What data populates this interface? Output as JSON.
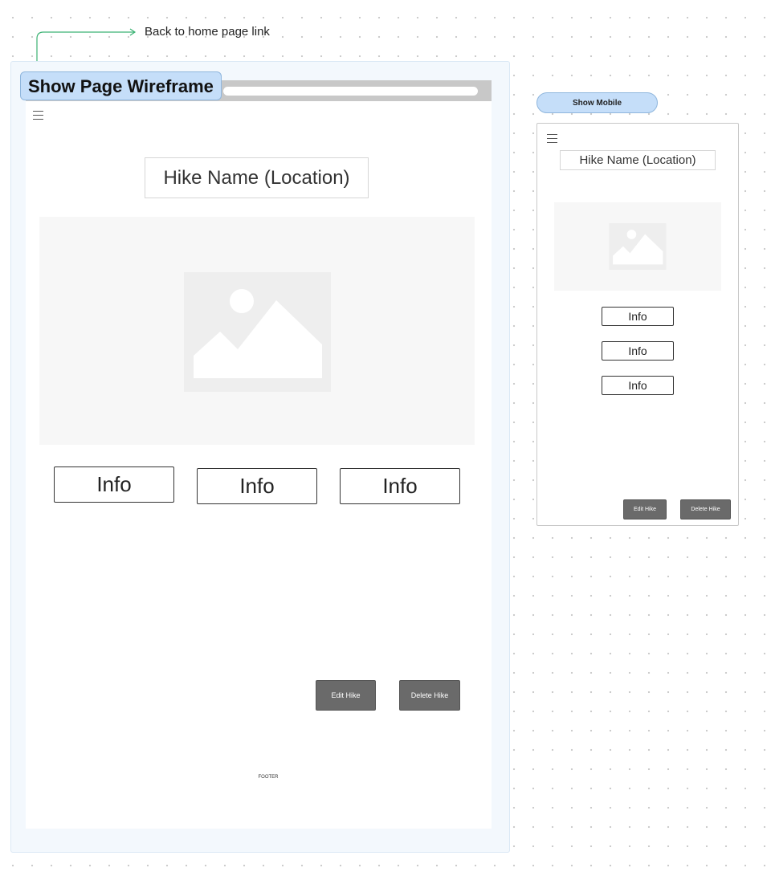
{
  "annotation": {
    "back_link_note": "Back to home page link",
    "arrow_color": "#3bb273"
  },
  "desktop": {
    "section_label": "Show Page Wireframe",
    "hike_title": "Hike Name (Location)",
    "hero_image": "image-placeholder-icon",
    "info_boxes": [
      "Info",
      "Info",
      "Info"
    ],
    "edit_button": "Edit Hike",
    "delete_button": "Delete Hike",
    "footer": "FOOTER"
  },
  "mobile": {
    "section_label": "Show Mobile",
    "hike_title": "Hike Name (Location)",
    "hero_image": "image-placeholder-icon",
    "info_boxes": [
      "Info",
      "Info",
      "Info"
    ],
    "edit_button": "Edit Hike",
    "delete_button": "Delete Hike"
  },
  "colors": {
    "section_label_bg": "#c5def9",
    "section_bg": "#f3f8fd",
    "button_bg": "#6a6a6a",
    "placeholder_bg": "#f7f7f7"
  }
}
